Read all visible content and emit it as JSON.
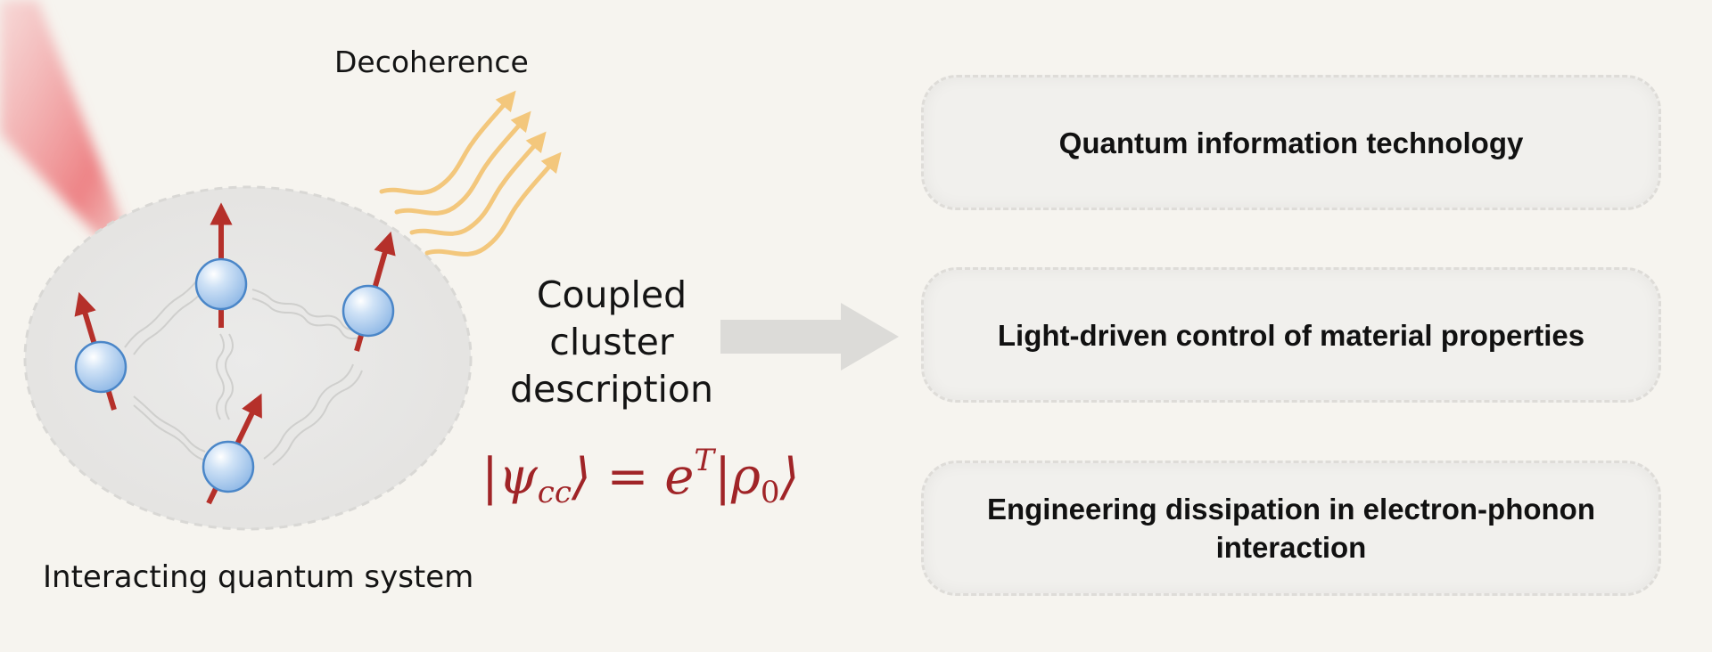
{
  "labels": {
    "decoherence": "Decoherence",
    "system": "Interacting quantum system",
    "method_lines": [
      "Coupled",
      "cluster",
      "description"
    ]
  },
  "formula": {
    "psi": "ψ",
    "psi_sub": "cc",
    "equals": "=",
    "base": "e",
    "exponent": "T",
    "rho": "ρ",
    "rho_sub": "0"
  },
  "applications": [
    "Quantum information technology",
    "Light-driven control of material properties",
    "Engineering dissipation in electron-phonon interaction"
  ],
  "colors": {
    "background": "#f6f4ef",
    "spin_arrow": "#b5302a",
    "particle": "#a9ccef",
    "particle_border": "#4a86c8",
    "decoherence_waves": "#f3c77c",
    "laser": "#e8575b",
    "formula": "#a02427",
    "flow_arrow": "#dcdbd8"
  },
  "icons": [
    "laser-beam",
    "decoherence-wave-arrows",
    "spin-particles",
    "interaction-springs",
    "flow-arrow"
  ]
}
